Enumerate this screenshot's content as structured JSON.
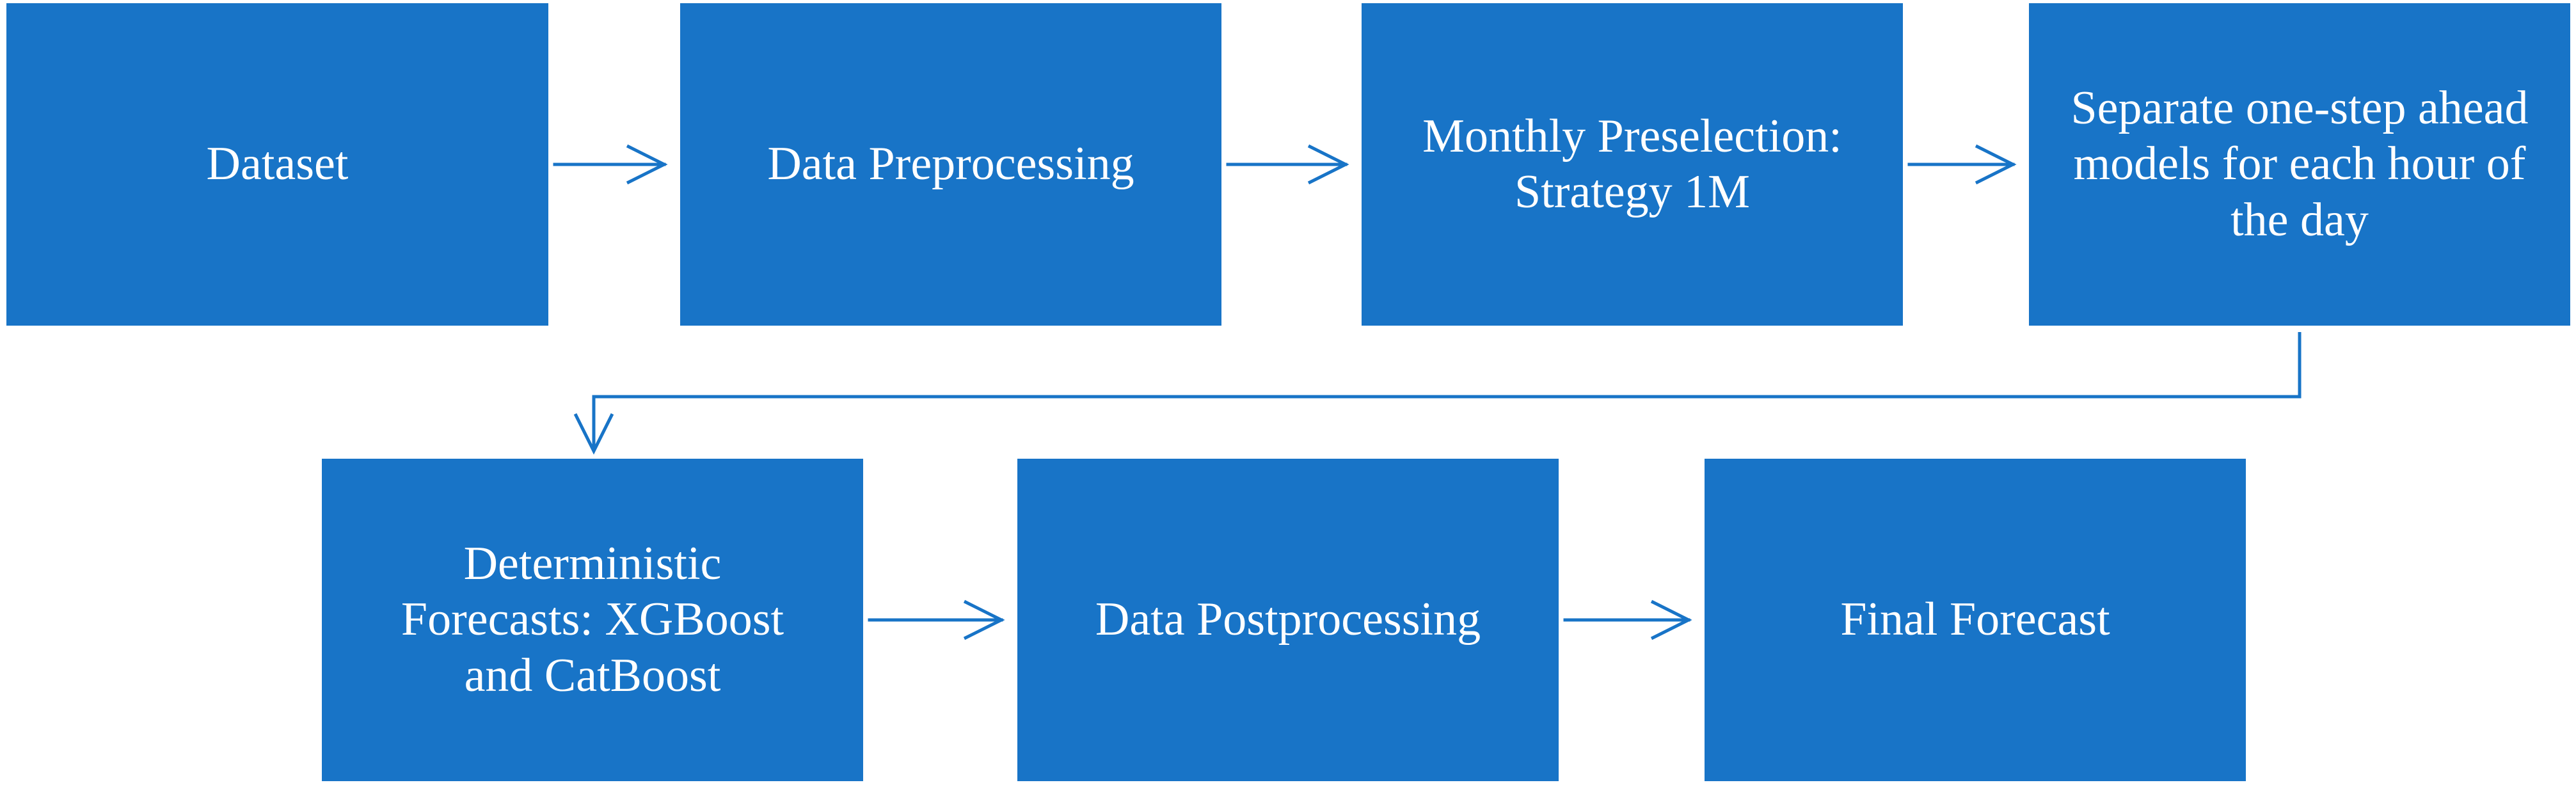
{
  "colors": {
    "box_fill": "#1874C7",
    "box_text": "#FFFFFF",
    "arrow": "#1874C7",
    "background": "#FFFFFF"
  },
  "nodes": [
    {
      "id": "dataset",
      "label": "Dataset"
    },
    {
      "id": "data-preprocessing",
      "label": "Data Preprocessing"
    },
    {
      "id": "monthly-preselection",
      "label": "Monthly Preselection: Strategy 1M"
    },
    {
      "id": "separate-models",
      "label": "Separate one-step ahead models for each hour of the day"
    },
    {
      "id": "deterministic-forecasts",
      "label": "Deterministic Forecasts: XGBoost and CatBoost"
    },
    {
      "id": "data-postprocessing",
      "label": "Data Postprocessing"
    },
    {
      "id": "final-forecast",
      "label": "Final Forecast"
    }
  ],
  "edges": [
    {
      "from": "dataset",
      "to": "data-preprocessing"
    },
    {
      "from": "data-preprocessing",
      "to": "monthly-preselection"
    },
    {
      "from": "monthly-preselection",
      "to": "separate-models"
    },
    {
      "from": "separate-models",
      "to": "deterministic-forecasts"
    },
    {
      "from": "deterministic-forecasts",
      "to": "data-postprocessing"
    },
    {
      "from": "data-postprocessing",
      "to": "final-forecast"
    }
  ]
}
